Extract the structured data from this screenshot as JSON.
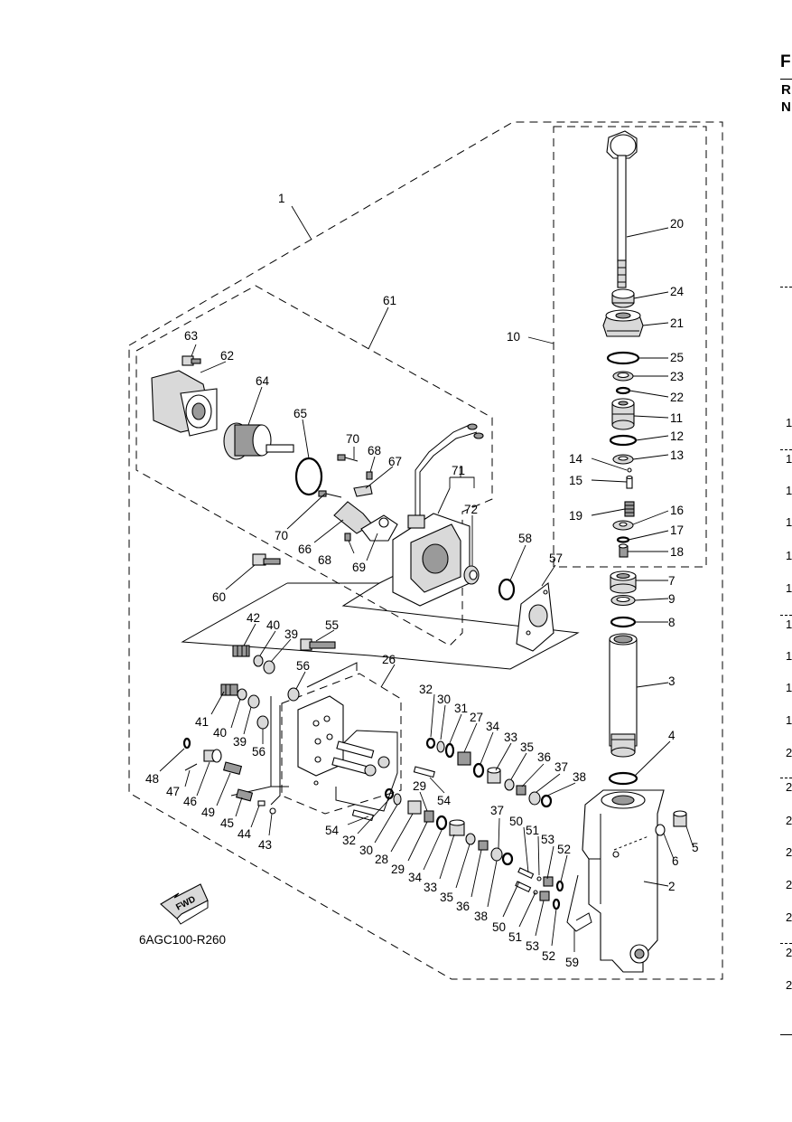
{
  "diagram_code": "6AGC100-R260",
  "fwd_label": "FWD",
  "callouts": {
    "c1": "1",
    "c2": "2",
    "c3": "3",
    "c4": "4",
    "c5": "5",
    "c6": "6",
    "c7": "7",
    "c8": "8",
    "c9": "9",
    "c10": "10",
    "c11": "11",
    "c12": "12",
    "c13": "13",
    "c14": "14",
    "c15": "15",
    "c16": "16",
    "c17": "17",
    "c18": "18",
    "c19": "19",
    "c20": "20",
    "c21": "21",
    "c22": "22",
    "c23": "23",
    "c24": "24",
    "c25": "25",
    "c26": "26",
    "c27": "27",
    "c28": "28",
    "c29": "29",
    "c30": "30",
    "c31": "31",
    "c32": "32",
    "c33": "33",
    "c34": "34",
    "c35": "35",
    "c36": "36",
    "c37": "37",
    "c38": "38",
    "c39": "39",
    "c40": "40",
    "c41": "41",
    "c42": "42",
    "c43": "43",
    "c44": "44",
    "c45": "45",
    "c46": "46",
    "c47": "47",
    "c48": "48",
    "c49": "49",
    "c50": "50",
    "c51": "51",
    "c52": "52",
    "c53": "53",
    "c54": "54",
    "c55": "55",
    "c56": "56",
    "c57": "57",
    "c58": "58",
    "c59": "59",
    "c60": "60",
    "c61": "61",
    "c62": "62",
    "c63": "63",
    "c64": "64",
    "c65": "65",
    "c66": "66",
    "c67": "67",
    "c68": "68",
    "c69": "69",
    "c70": "70",
    "c71": "71",
    "c72": "72"
  },
  "right_margin": {
    "head_f": "F",
    "head_r": "R",
    "head_n": "N",
    "chars": [
      "1",
      "1",
      "1",
      "1",
      "1",
      "1",
      "1",
      "1",
      "1",
      "1",
      "2",
      "2",
      "2",
      "2",
      "2",
      "2",
      "2",
      "2"
    ]
  }
}
